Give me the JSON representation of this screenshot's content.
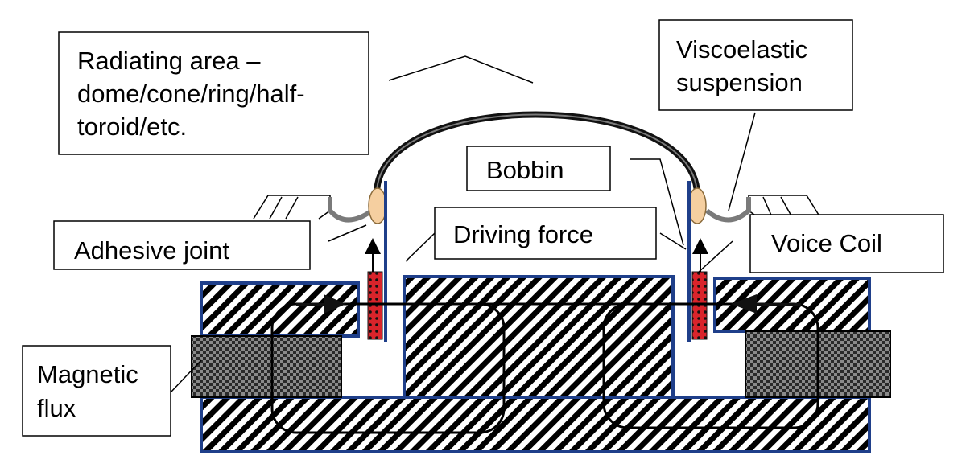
{
  "labels": {
    "radiating_area": [
      "Radiating area –",
      "dome/cone/ring/half-",
      "toroid/etc."
    ],
    "viscoelastic": [
      "Viscoelastic",
      "suspension"
    ],
    "bobbin": "Bobbin",
    "driving_force": "Driving force",
    "adhesive_joint": "Adhesive joint",
    "voice_coil": "Voice Coil",
    "magnetic_flux": [
      "Magnetic",
      "flux"
    ]
  },
  "colors": {
    "steel_outline": "#1f3f8a",
    "bobbin": "#1f3f8a",
    "adhesive": "#f5cfa0",
    "coil": "#d9242b",
    "magnet_dark": "#2a2a2a",
    "magnet_light": "#8a8a8a",
    "dome": "#111111"
  }
}
